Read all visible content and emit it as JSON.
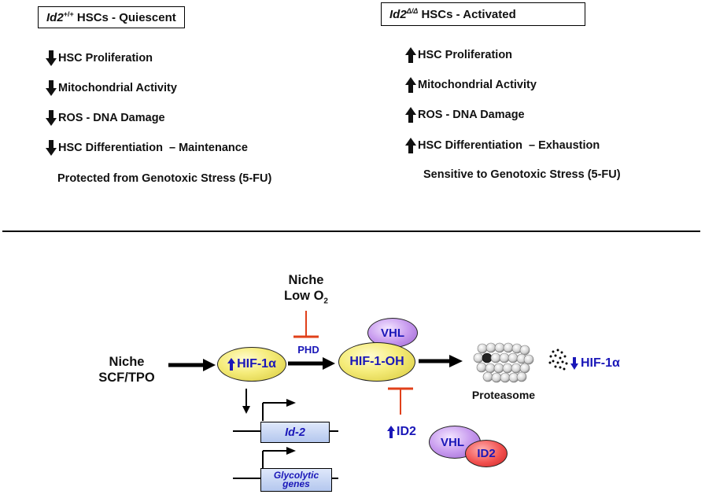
{
  "left_panel": {
    "title_gene": "Id2",
    "title_sup": "+/+",
    "title_rest": " HSCs - Quiescent",
    "items": [
      {
        "dir": "down",
        "text": "HSC Proliferation"
      },
      {
        "dir": "down",
        "text": "Mitochondrial Activity"
      },
      {
        "dir": "down",
        "text": "ROS - DNA Damage"
      },
      {
        "dir": "down",
        "text": "HSC Differentiation  – Maintenance"
      }
    ],
    "note": "Protected from Genotoxic Stress (5-FU)"
  },
  "right_panel": {
    "title_gene": "Id2",
    "title_sup": "Δ/Δ",
    "title_rest": " HSCs - Activated",
    "items": [
      {
        "dir": "up",
        "text": "HSC Proliferation"
      },
      {
        "dir": "up",
        "text": "Mitochondrial Activity"
      },
      {
        "dir": "up",
        "text": "ROS - DNA Damage"
      },
      {
        "dir": "up",
        "text": "HSC Differentiation  – Exhaustion"
      }
    ],
    "note": "Sensitive to Genotoxic Stress (5-FU)"
  },
  "pathway": {
    "niche_scf_line1": "Niche",
    "niche_scf_line2": "SCF/TPO",
    "niche_o2_line1": "Niche",
    "niche_o2_line2": "Low O",
    "niche_o2_sub": "2",
    "hif1a": "HIF-1α",
    "phd": "PHD",
    "vhl_top": "VHL",
    "hif1oh": "HIF-1-OH",
    "proteasome": "Proteasome",
    "hif1a_degraded": "HIF-1α",
    "id2_gene": "Id-2",
    "glycolytic": "Glycolytic genes",
    "id2_protein": "ID2",
    "vhl_bottom": "VHL",
    "id2_bound": "ID2"
  },
  "colors": {
    "inhibit": "#e0401a",
    "label_blue": "#1a17b8"
  }
}
